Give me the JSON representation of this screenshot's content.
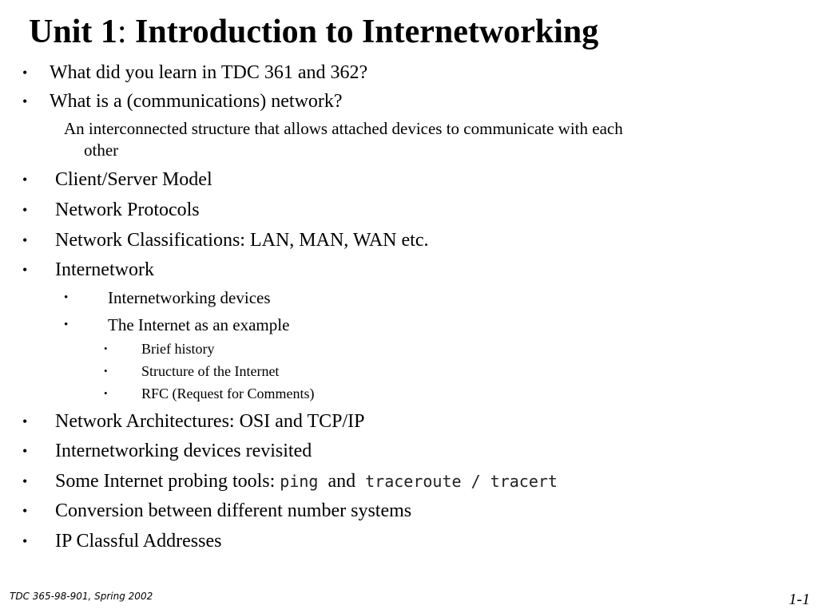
{
  "title": {
    "prefix": "Unit 1",
    "colon": ":",
    "main": "Introduction to Internetworking"
  },
  "bullet_symbol": "•",
  "items": [
    {
      "text": "What did you learn in TDC 361 and 362?"
    },
    {
      "text": "What is a (communications) network?"
    },
    {
      "definition_line1": "An interconnected structure that allows attached devices to communicate with each",
      "definition_line2": "other"
    },
    {
      "text": "Client/Server Model"
    },
    {
      "text": "Network Protocols"
    },
    {
      "text": "Network Classifications: LAN, MAN, WAN etc."
    },
    {
      "text": "Internetwork"
    },
    {
      "text": "Internetworking devices"
    },
    {
      "text": "The Internet as an example"
    },
    {
      "text": "Brief history"
    },
    {
      "text": "Structure of the Internet"
    },
    {
      "text": "RFC (Request for Comments)"
    },
    {
      "text": "Network Architectures: OSI and TCP/IP"
    },
    {
      "text": "Internetworking devices revisited"
    },
    {
      "text_before": "Some Internet probing tools: ",
      "code1": "ping",
      "text_middle": "  and  ",
      "code2": "traceroute / tracert"
    },
    {
      "text": "Conversion between different number systems"
    },
    {
      "text": "IP Classful Addresses"
    }
  ],
  "footer": {
    "course": "TDC 365-98-901, Spring 2002",
    "page_number": "1-1"
  }
}
